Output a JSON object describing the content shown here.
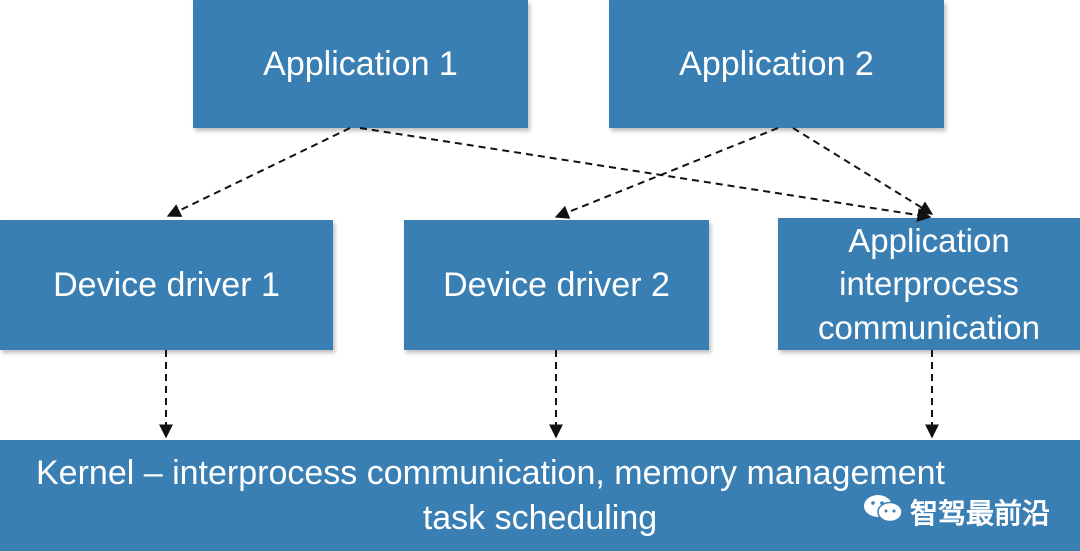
{
  "boxes": {
    "app1": "Application 1",
    "app2": "Application 2",
    "device_driver_1": "Device driver 1",
    "device_driver_2": "Device driver 2",
    "app_ipc": [
      "Application",
      "interprocess",
      "communication"
    ],
    "kernel": {
      "line1": "Kernel – interprocess communication, memory management",
      "line2": "task scheduling"
    }
  },
  "watermark": {
    "chinese": "智驾最前沿"
  },
  "colors": {
    "box_fill": "#3a7fb4",
    "box_text": "#ffffff",
    "arrow": "#111111",
    "background": "#ffffff"
  },
  "icons": {
    "watermark_logo": "wechat-icon"
  }
}
